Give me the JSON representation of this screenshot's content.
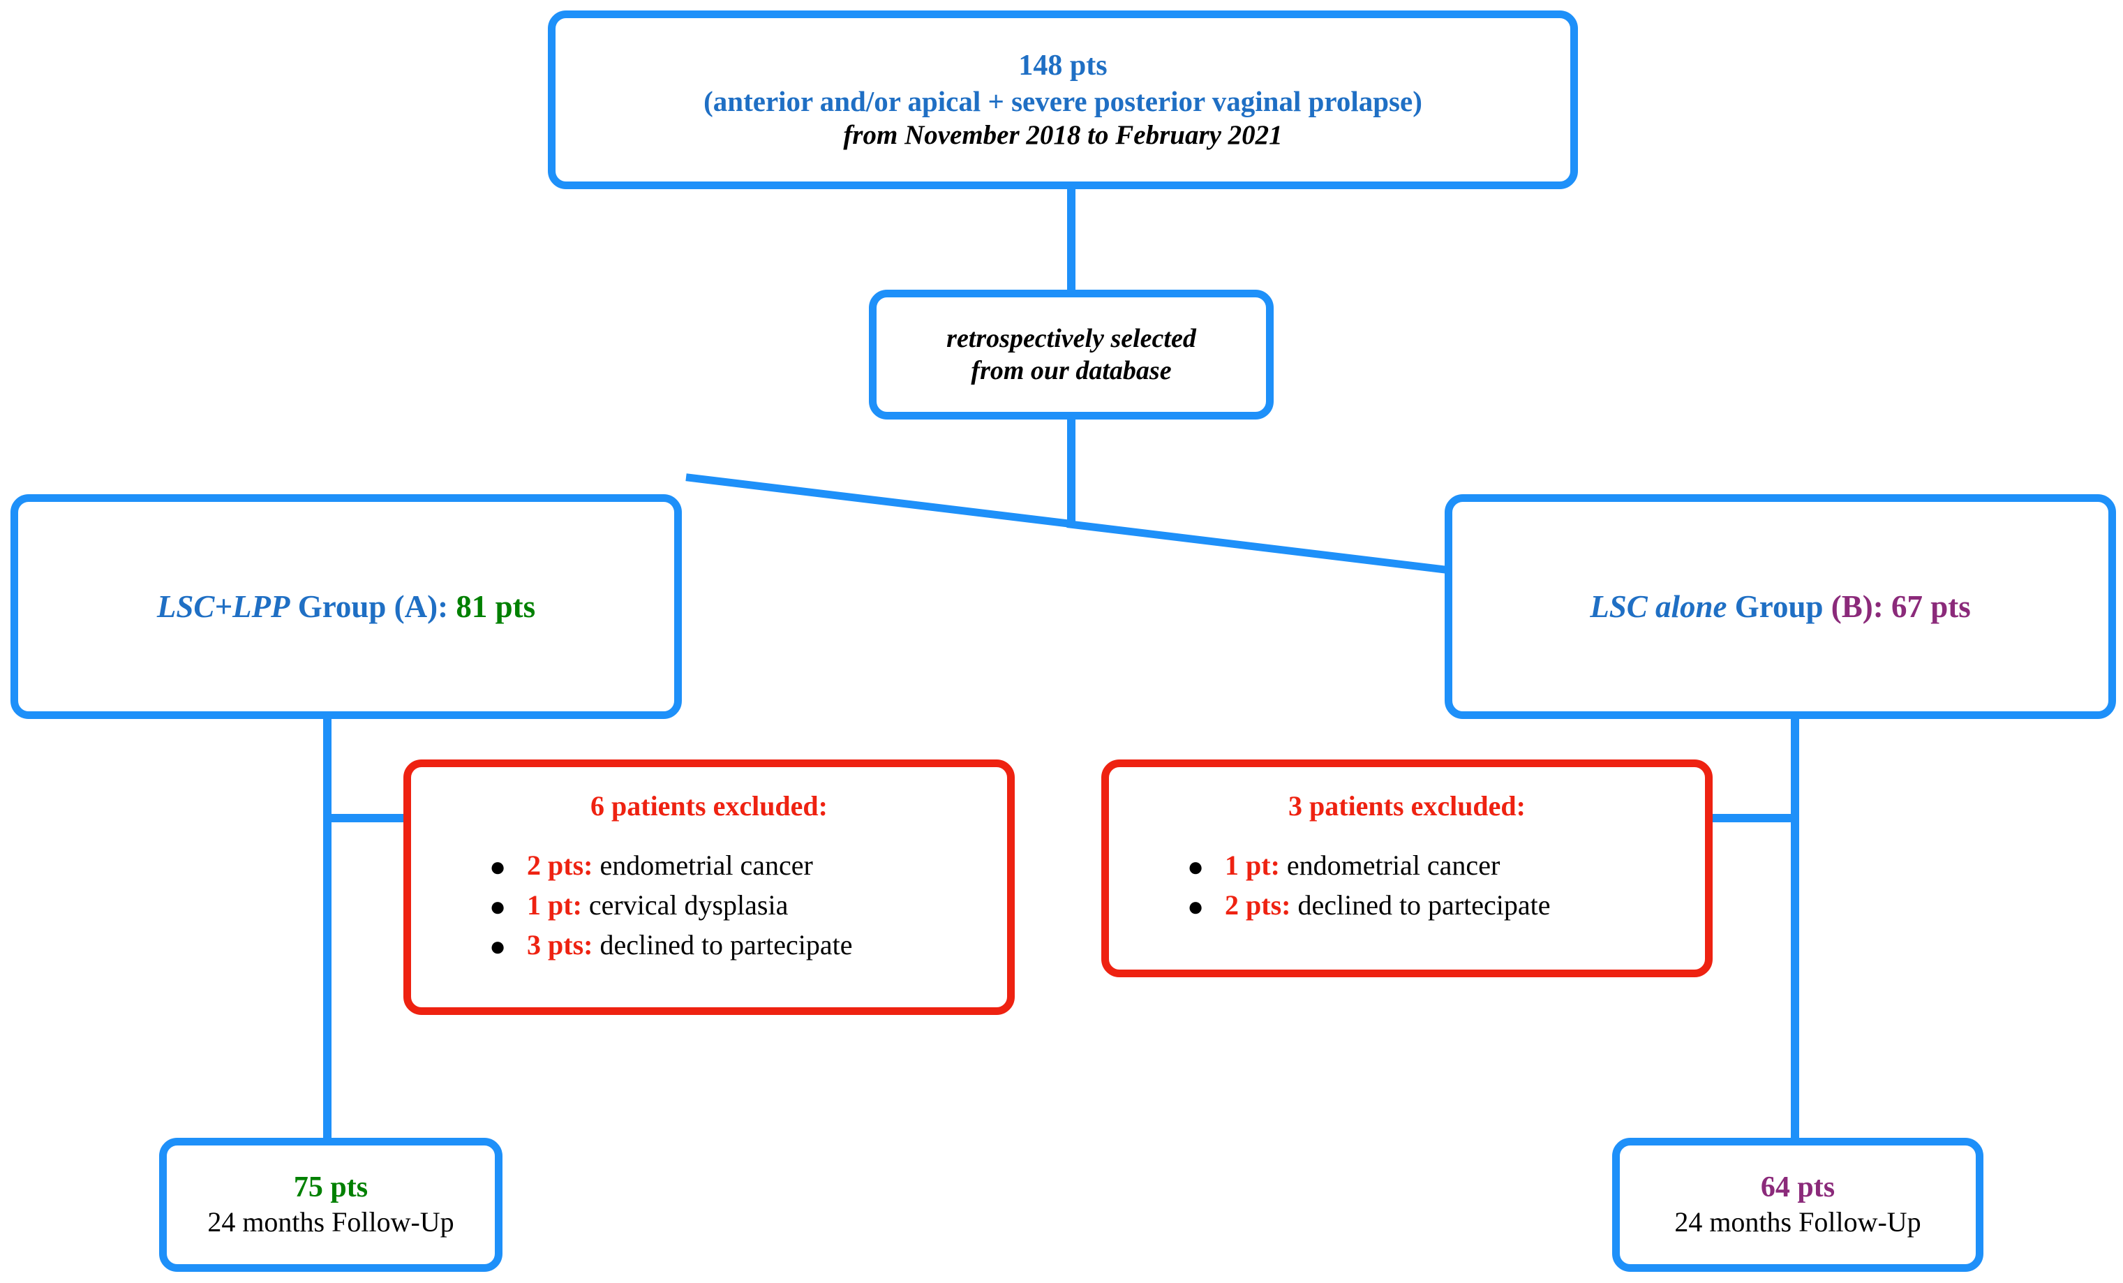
{
  "colors": {
    "blue_border": "#1e90f9",
    "blue_text": "#1f6fc4",
    "red": "#ee2211",
    "green": "#008000",
    "purple": "#8b2a7a",
    "black": "#000000",
    "background": "#ffffff"
  },
  "top_box": {
    "line1": "148 pts",
    "line2": "(anterior and/or apical + severe posterior vaginal prolapse)",
    "line3": "from November 2018 to February 2021"
  },
  "mid_box": {
    "line1": "retrospectively selected",
    "line2": "from our database"
  },
  "group_a": {
    "name": "LSC+LPP",
    "label": " Group (A): ",
    "count": "81 pts"
  },
  "group_b": {
    "name": "LSC alone",
    "label": " Group ",
    "paren": "(B): ",
    "count": "67 pts"
  },
  "excluded_a": {
    "heading": "6 patients excluded:",
    "items": [
      {
        "count": "2 pts:",
        "desc": " endometrial cancer"
      },
      {
        "count": "1 pt:",
        "desc": " cervical dysplasia"
      },
      {
        "count": "3 pts:",
        "desc": " declined to partecipate"
      }
    ]
  },
  "excluded_b": {
    "heading": "3 patients excluded:",
    "items": [
      {
        "count": "1 pt:",
        "desc": " endometrial cancer"
      },
      {
        "count": "2 pts:",
        "desc": " declined to partecipate"
      }
    ]
  },
  "followup_a": {
    "count": "75 pts",
    "note": "24 months Follow-Up"
  },
  "followup_b": {
    "count": "64 pts",
    "note": "24 months Follow-Up"
  }
}
